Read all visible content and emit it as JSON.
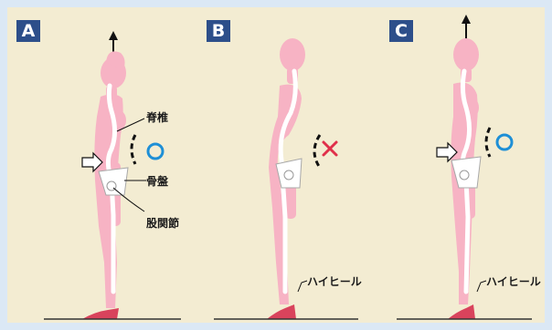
{
  "panels": [
    {
      "id": "A",
      "verdict": "good",
      "labels": {
        "spine": "脊椎",
        "pelvis": "骨盤",
        "hip": "股関節"
      }
    },
    {
      "id": "B",
      "verdict": "bad",
      "labels": {
        "heel": "ハイヒール"
      }
    },
    {
      "id": "C",
      "verdict": "good",
      "labels": {
        "heel": "ハイヒール"
      }
    }
  ],
  "colors": {
    "background": "#dbe8f5",
    "panel": "#f3ecd2",
    "body": "#f7b3c4",
    "spine": "#ffffff",
    "label_box": "#2d4f8a",
    "good_mark": "#1e8fd6",
    "bad_mark": "#e0304a",
    "shoe": "#d9435c"
  },
  "icons": {
    "good": "circle-mark-icon",
    "bad": "cross-mark-icon",
    "push": "arrow-right-outline-icon",
    "up": "arrow-up-icon"
  }
}
